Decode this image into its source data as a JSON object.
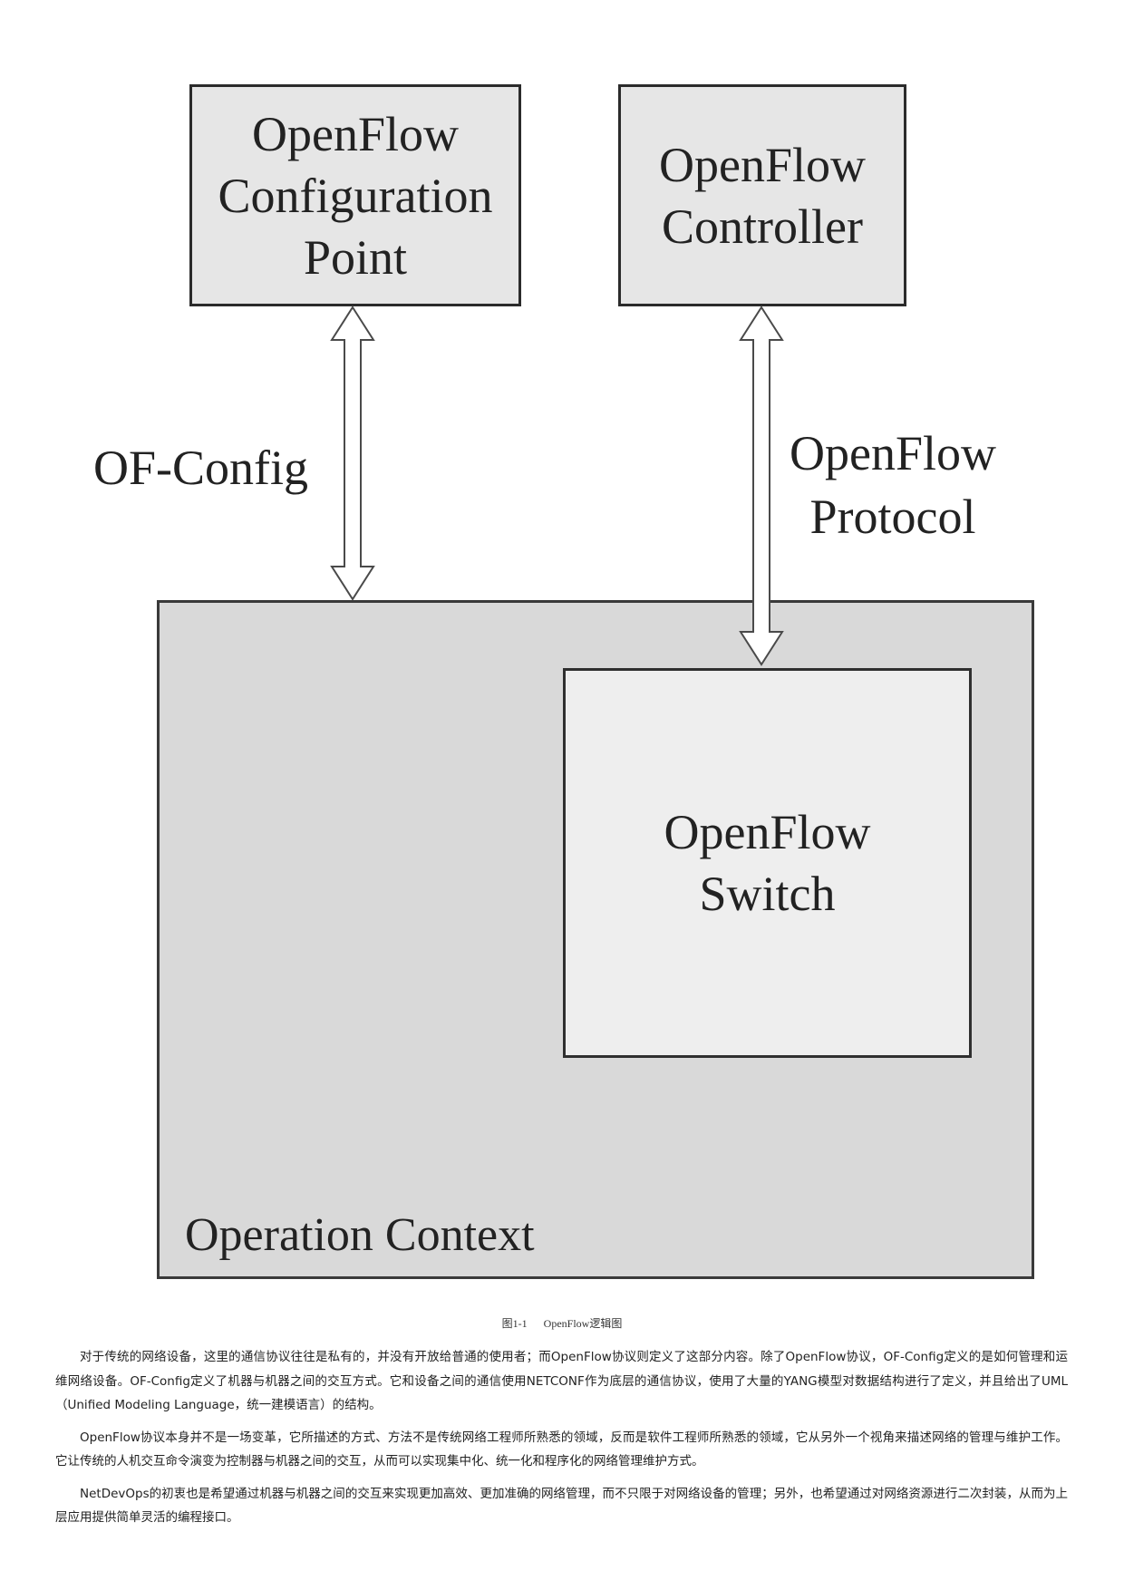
{
  "diagram": {
    "config_point": {
      "lines": [
        "OpenFlow",
        "Configuration",
        "Point"
      ]
    },
    "controller": {
      "lines": [
        "OpenFlow",
        "Controller"
      ]
    },
    "of_config_label": "OF-Config",
    "openflow_protocol_label": {
      "lines": [
        "OpenFlow",
        "Protocol"
      ]
    },
    "switch": {
      "lines": [
        "OpenFlow",
        "Switch"
      ]
    },
    "operation_context": "Operation Context"
  },
  "caption": {
    "number": "图1-1",
    "title": "OpenFlow逻辑图"
  },
  "paragraphs": [
    "对于传统的网络设备，这里的通信协议往往是私有的，并没有开放给普通的使用者；而OpenFlow协议则定义了这部分内容。除了OpenFlow协议，OF-Config定义的是如何管理和运维网络设备。OF-Config定义了机器与机器之间的交互方式。它和设备之间的通信使用NETCONF作为底层的通信协议，使用了大量的YANG模型对数据结构进行了定义，并且给出了UML（Unified Modeling Language，统一建模语言）的结构。",
    "OpenFlow协议本身并不是一场变革，它所描述的方式、方法不是传统网络工程师所熟悉的领域，反而是软件工程师所熟悉的领域，它从另外一个视角来描述网络的管理与维护工作。它让传统的人机交互命令演变为控制器与机器之间的交互，从而可以实现集中化、统一化和程序化的网络管理维护方式。",
    "NetDevOps的初衷也是希望通过机器与机器之间的交互来实现更加高效、更加准确的网络管理，而不只限于对网络设备的管理；另外，也希望通过对网络资源进行二次封装，从而为上层应用提供简单灵活的编程接口。"
  ]
}
